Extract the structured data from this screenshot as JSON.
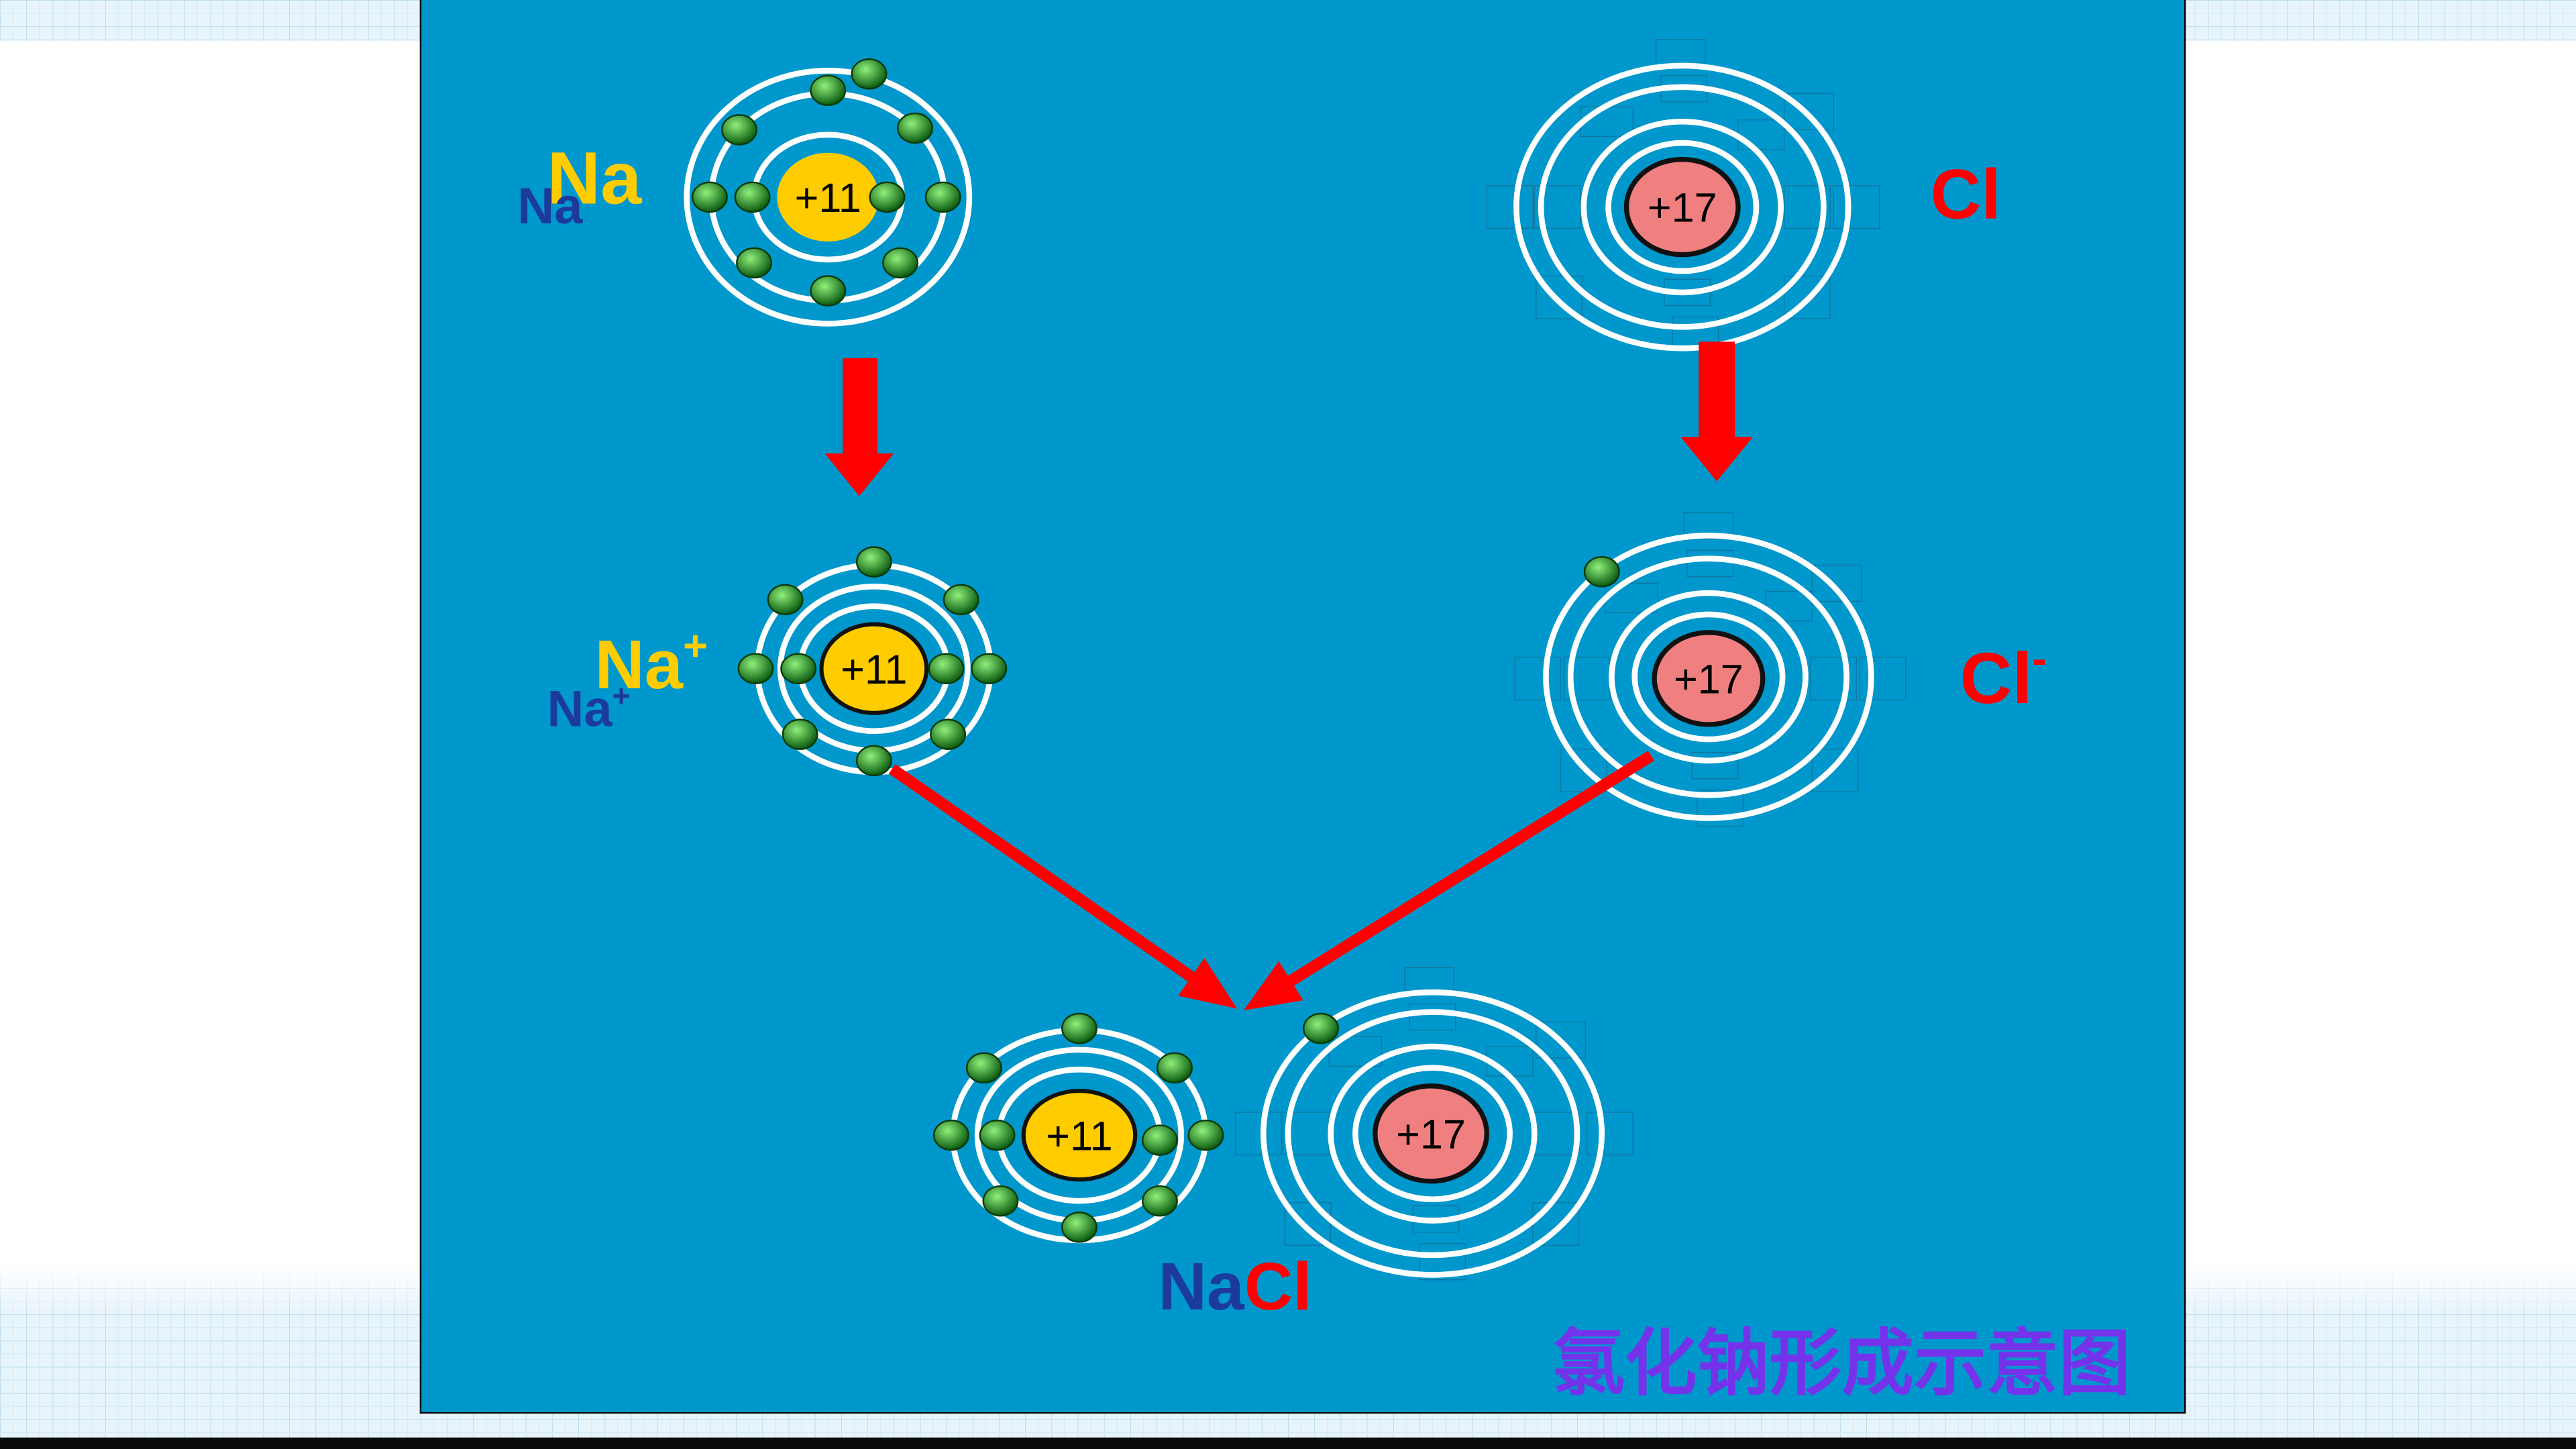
{
  "colors": {
    "page_background": "#ffffff",
    "grid_band": "#e8f4fb",
    "slide_background": "#0098cc",
    "electron_shell": "#ffffff",
    "sodium_nucleus": "#ffcc00",
    "chlorine_nucleus": "#f08080",
    "electron_light": "#8ff07a",
    "electron_dark": "#0b5a10",
    "arrow": "#ff0000",
    "label_yellow": "#ffcc00",
    "label_blue": "#1c3a9c",
    "label_red": "#ff0000",
    "title": "#7433ea"
  },
  "sodium_atom": {
    "label": "Na",
    "small_label": "Na",
    "nucleus_charge": "+11"
  },
  "chlorine_atom": {
    "label": "Cl",
    "nucleus_charge": "+17"
  },
  "sodium_ion": {
    "label": "Na",
    "charge": "+",
    "small_label": "Na",
    "small_charge": "+",
    "nucleus_charge": "+11"
  },
  "chloride_ion": {
    "label": "Cl",
    "charge": "-",
    "nucleus_charge": "+17"
  },
  "sodium_chloride": {
    "formula_na": "Na",
    "formula_cl": "Cl",
    "sodium_nucleus_charge": "+11",
    "chlorine_nucleus_charge": "+17"
  },
  "caption": "氯化钠形成示意图"
}
